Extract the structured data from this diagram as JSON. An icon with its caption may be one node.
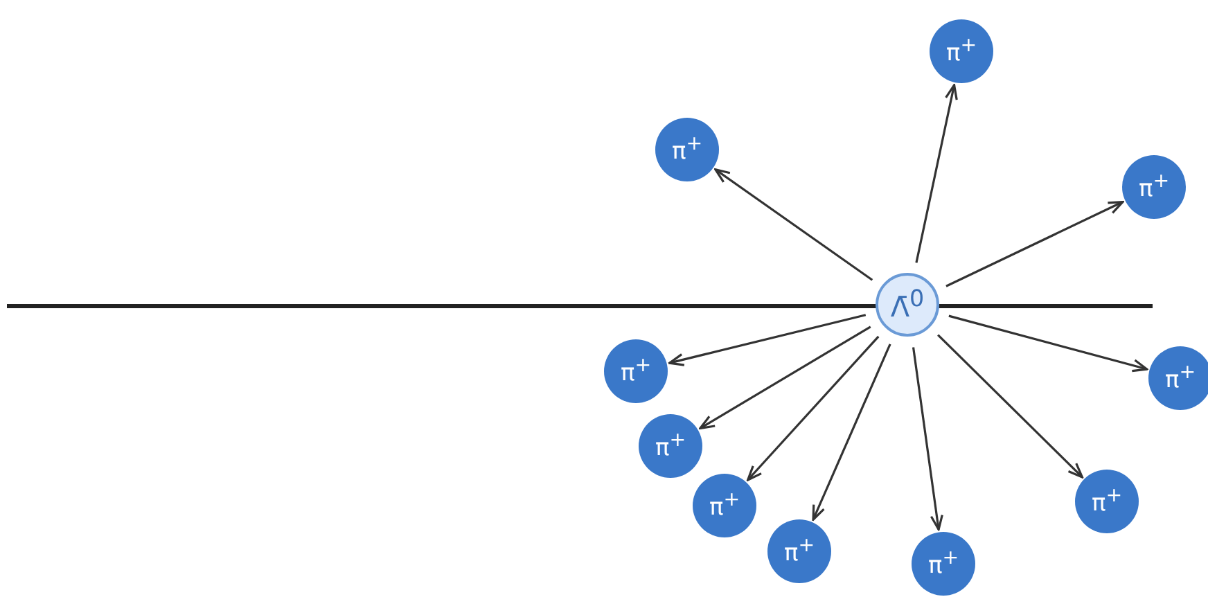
{
  "diagram": {
    "nodes": [
      {
        "text": [
          "Λ̄$^{0}$"
        ]
      },
      {
        "text": [
          "π$^{+}$"
        ]
      },
      {
        "text": [
          "π$^{+}$"
        ]
      },
      {
        "text": [
          "π$^{+}$"
        ]
      },
      {
        "text": [
          "π$^{+}$"
        ]
      },
      {
        "text": [
          "π$^{+}$"
        ]
      },
      {
        "text": [
          "π$^{+}$"
        ]
      },
      {
        "text": [
          "π$^{+}$"
        ]
      },
      {
        "text": [
          "π$^{+}$"
        ]
      },
      {
        "text": [
          "π$^{+}$"
        ]
      },
      {
        "text": [
          "π$^{+}$"
        ]
      }
    ],
    "edges": [
      {
        "from": 0,
        "to": 1,
        "arrow": "to"
      },
      {
        "from": 0,
        "to": 2,
        "arrow": "to"
      },
      {
        "from": 0,
        "to": 3,
        "arrow": "to"
      },
      {
        "from": 0,
        "to": 4,
        "arrow": "to"
      },
      {
        "from": 0,
        "to": 5,
        "arrow": "to"
      },
      {
        "from": 0,
        "to": 6,
        "arrow": "to"
      },
      {
        "from": 0,
        "to": 7,
        "arrow": "to"
      },
      {
        "from": 0,
        "to": 8,
        "arrow": "to"
      },
      {
        "from": 0,
        "to": 9,
        "arrow": "to"
      },
      {
        "from": 0,
        "to": 10,
        "arrow": "to"
      }
    ]
  }
}
